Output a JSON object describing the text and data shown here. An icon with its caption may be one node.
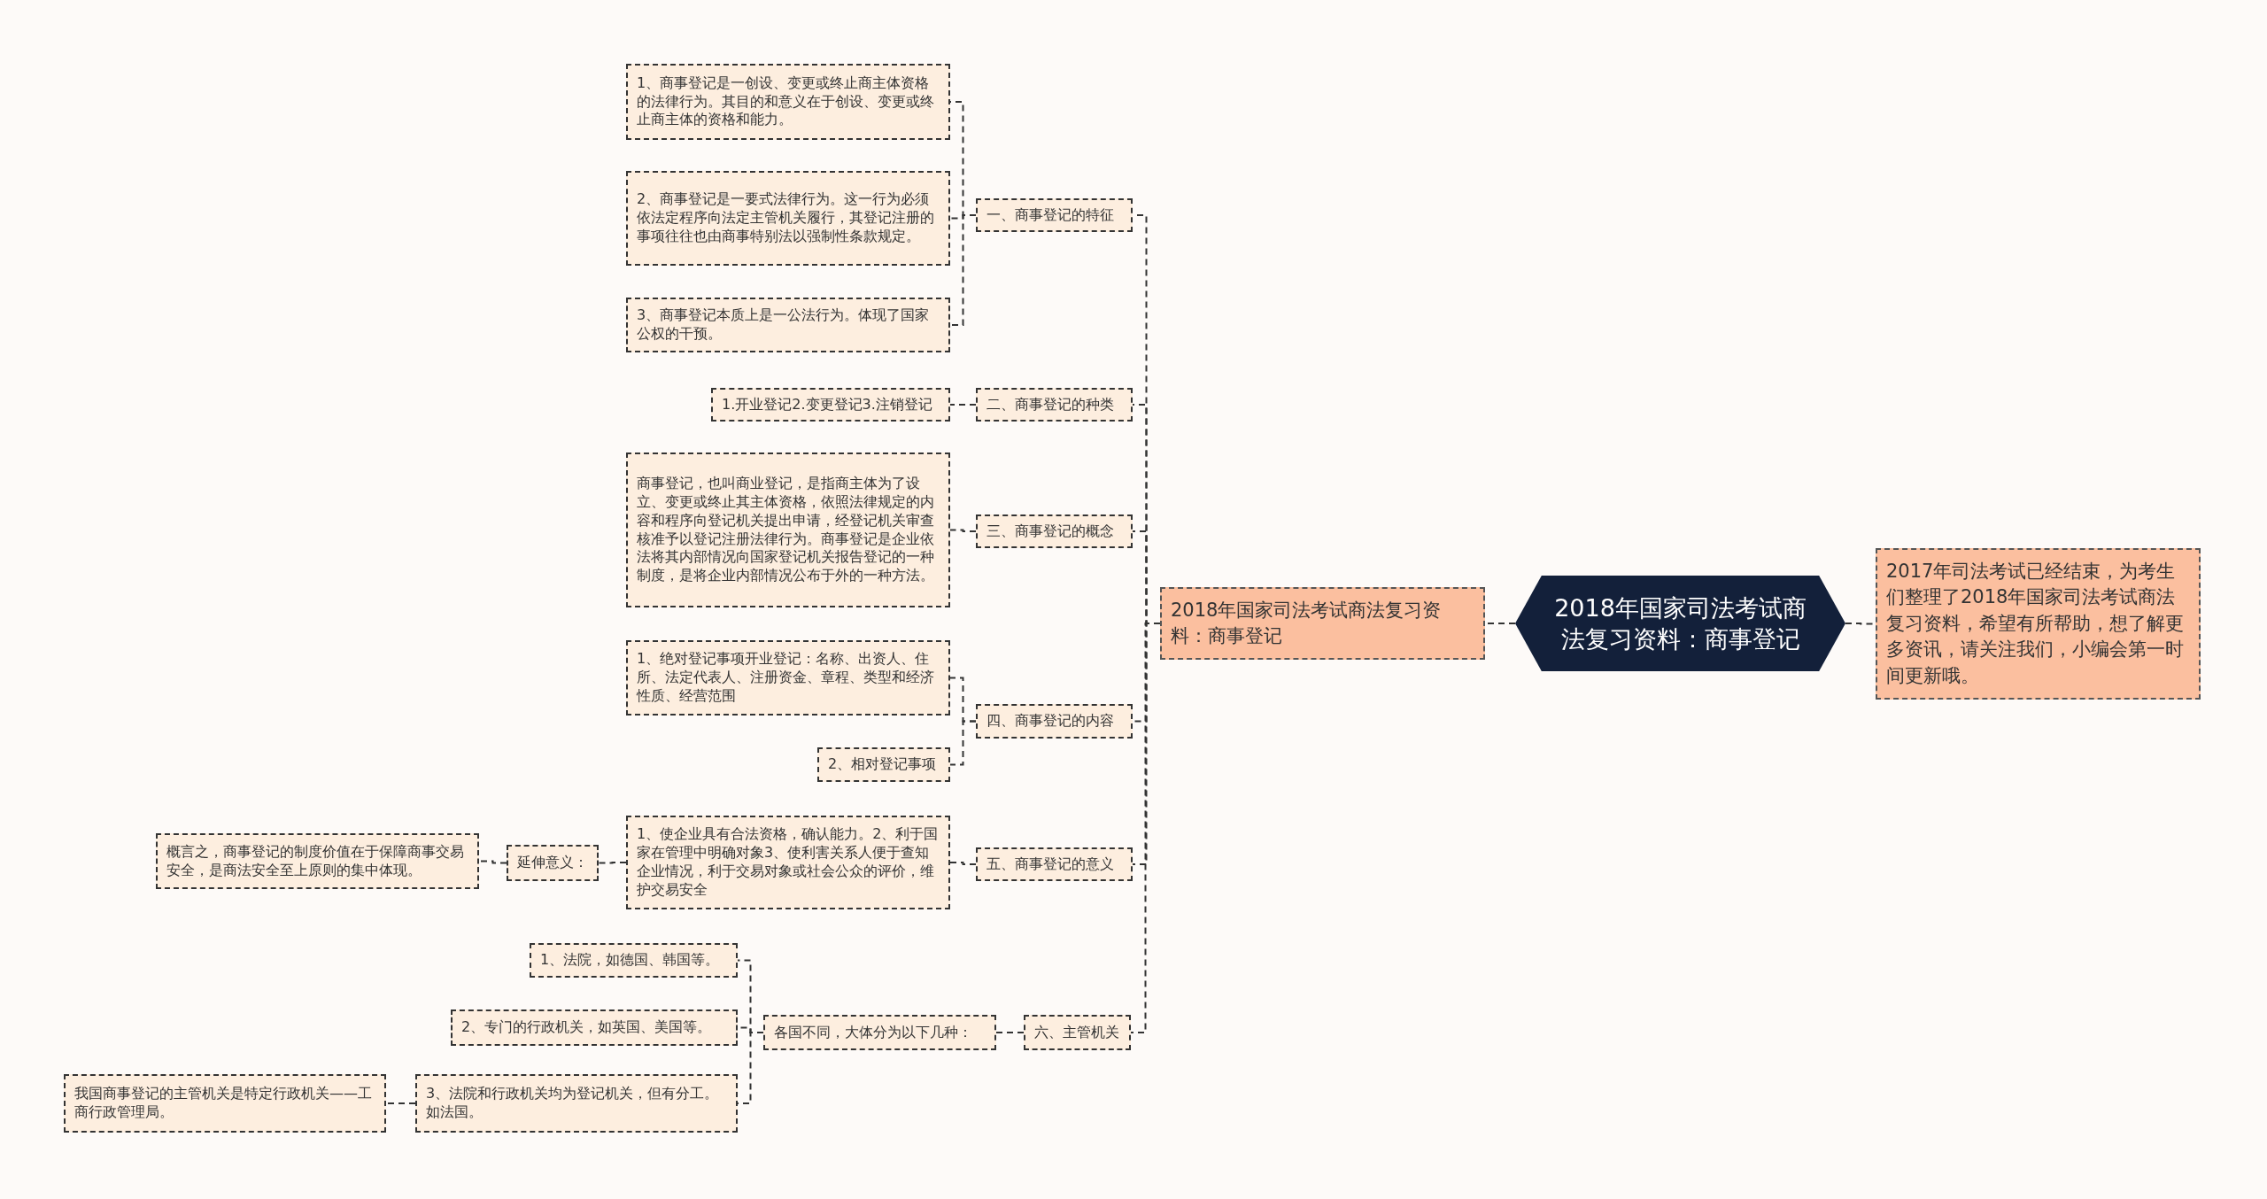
{
  "diagram": {
    "nodes": [
      {
        "text": [
          "2018年国家司法考试商法复习资料：商事登记"
        ]
      },
      {
        "text": [
          "2017年司法考试已经结束，为考生们整理了2018年国家司法考试商法复习资料，希望有所帮助，想了解更多资讯，请关注我们，小编会第一时间更新哦。"
        ]
      },
      {
        "text": [
          "2018年国家司法考试商法复习资料：商事登记"
        ]
      },
      {
        "text": [
          "一、商事登记的特征"
        ]
      },
      {
        "text": [
          "1、商事登记是一创设、变更或终止商主体资格的法律行为。其目的和意义在于创设、变更或终止商主体的资格和能力。"
        ]
      },
      {
        "text": [
          "2、商事登记是一要式法律行为。这一行为必须依法定程序向法定主管机关履行，其登记注册的事项往往也由商事特别法以强制性条款规定。"
        ]
      },
      {
        "text": [
          "3、商事登记本质上是一公法行为。体现了国家公权的干预。"
        ]
      },
      {
        "text": [
          "二、商事登记的种类"
        ]
      },
      {
        "text": [
          "1.开业登记2.变更登记3.注销登记"
        ]
      },
      {
        "text": [
          "三、商事登记的概念"
        ]
      },
      {
        "text": [
          "商事登记，也叫商业登记，是指商主体为了设立、变更或终止其主体资格，依照法律规定的内容和程序向登记机关提出申请，经登记机关审查核准予以登记注册法律行为。商事登记是企业依法将其内部情况向国家登记机关报告登记的一种制度，是将企业内部情况公布于外的一种方法。"
        ]
      },
      {
        "text": [
          "四、商事登记的内容"
        ]
      },
      {
        "text": [
          "1、绝对登记事项开业登记：名称、出资人、住所、法定代表人、注册资金、章程、类型和经济性质、经营范围"
        ]
      },
      {
        "text": [
          "2、相对登记事项"
        ]
      },
      {
        "text": [
          "五、商事登记的意义"
        ]
      },
      {
        "text": [
          "1、使企业具有合法资格，确认能力。2、利于国家在管理中明确对象3、使利害关系人便于查知企业情况，利于交易对象或社会公众的评价，维护交易安全"
        ]
      },
      {
        "text": [
          "延伸意义："
        ]
      },
      {
        "text": [
          "概言之，商事登记的制度价值在于保障商事交易安全，是商法安全至上原则的集中体现。"
        ]
      },
      {
        "text": [
          "六、主管机关"
        ]
      },
      {
        "text": [
          "各国不同，大体分为以下几种："
        ]
      },
      {
        "text": [
          "1、法院，如德国、韩国等。"
        ]
      },
      {
        "text": [
          "2、专门的行政机关，如英国、美国等。"
        ]
      },
      {
        "text": [
          "3、法院和行政机关均为登记机关，但有分工。如法国。"
        ]
      },
      {
        "text": [
          "我国商事登记的主管机关是特定行政机关——工商行政管理局。"
        ]
      }
    ],
    "edges": [
      {
        "from": 0,
        "to": 1,
        "arrow": "none",
        "style": "dashed"
      },
      {
        "from": 0,
        "to": 2,
        "arrow": "none",
        "style": "dashed"
      },
      {
        "from": 2,
        "to": 3,
        "arrow": "none",
        "style": "dashed"
      },
      {
        "from": 2,
        "to": 7,
        "arrow": "none",
        "style": "dashed"
      },
      {
        "from": 2,
        "to": 9,
        "arrow": "none",
        "style": "dashed"
      },
      {
        "from": 2,
        "to": 11,
        "arrow": "none",
        "style": "dashed"
      },
      {
        "from": 2,
        "to": 14,
        "arrow": "none",
        "style": "dashed"
      },
      {
        "from": 2,
        "to": 18,
        "arrow": "none",
        "style": "dashed"
      },
      {
        "from": 3,
        "to": 4,
        "arrow": "none",
        "style": "dashed"
      },
      {
        "from": 3,
        "to": 5,
        "arrow": "none",
        "style": "dashed"
      },
      {
        "from": 3,
        "to": 6,
        "arrow": "none",
        "style": "dashed"
      },
      {
        "from": 7,
        "to": 8,
        "arrow": "none",
        "style": "dashed"
      },
      {
        "from": 9,
        "to": 10,
        "arrow": "none",
        "style": "dashed"
      },
      {
        "from": 11,
        "to": 12,
        "arrow": "none",
        "style": "dashed"
      },
      {
        "from": 11,
        "to": 13,
        "arrow": "none",
        "style": "dashed"
      },
      {
        "from": 14,
        "to": 15,
        "arrow": "none",
        "style": "dashed"
      },
      {
        "from": 15,
        "to": 16,
        "arrow": "none",
        "style": "dashed"
      },
      {
        "from": 16,
        "to": 17,
        "arrow": "none",
        "style": "dashed"
      },
      {
        "from": 18,
        "to": 19,
        "arrow": "none",
        "style": "dashed"
      },
      {
        "from": 19,
        "to": 20,
        "arrow": "none",
        "style": "dashed"
      },
      {
        "from": 19,
        "to": 21,
        "arrow": "none",
        "style": "dashed"
      },
      {
        "from": 19,
        "to": 22,
        "arrow": "none",
        "style": "dashed"
      },
      {
        "from": 22,
        "to": 23,
        "arrow": "none",
        "style": "dashed"
      }
    ]
  }
}
